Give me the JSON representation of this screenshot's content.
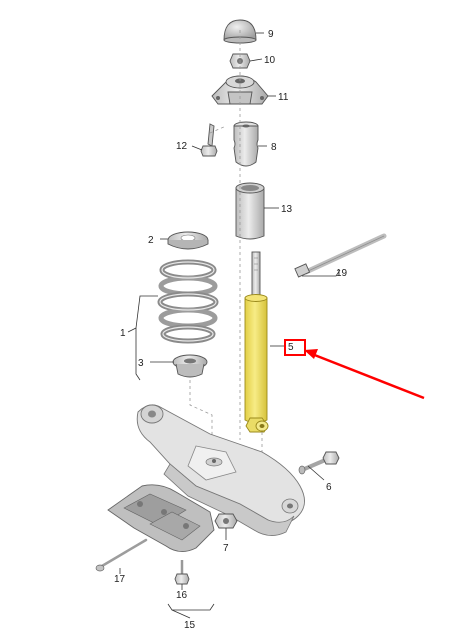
{
  "callouts": {
    "c1": "1",
    "c2": "2",
    "c3": "3",
    "c5": "5",
    "c6": "6",
    "c7": "7",
    "c8": "8",
    "c9": "9",
    "c10": "10",
    "c11": "11",
    "c12": "12",
    "c13": "13",
    "c15": "15",
    "c16": "16",
    "c17": "17",
    "c19": "19"
  },
  "colors": {
    "shock_absorber": "#f2e46a",
    "highlight_box": "#ff0000",
    "arrow": "#ff0000",
    "part_gray": "#d6d6d6",
    "part_dark": "#a8a8a8"
  },
  "highlight": {
    "target_callout": "5"
  }
}
